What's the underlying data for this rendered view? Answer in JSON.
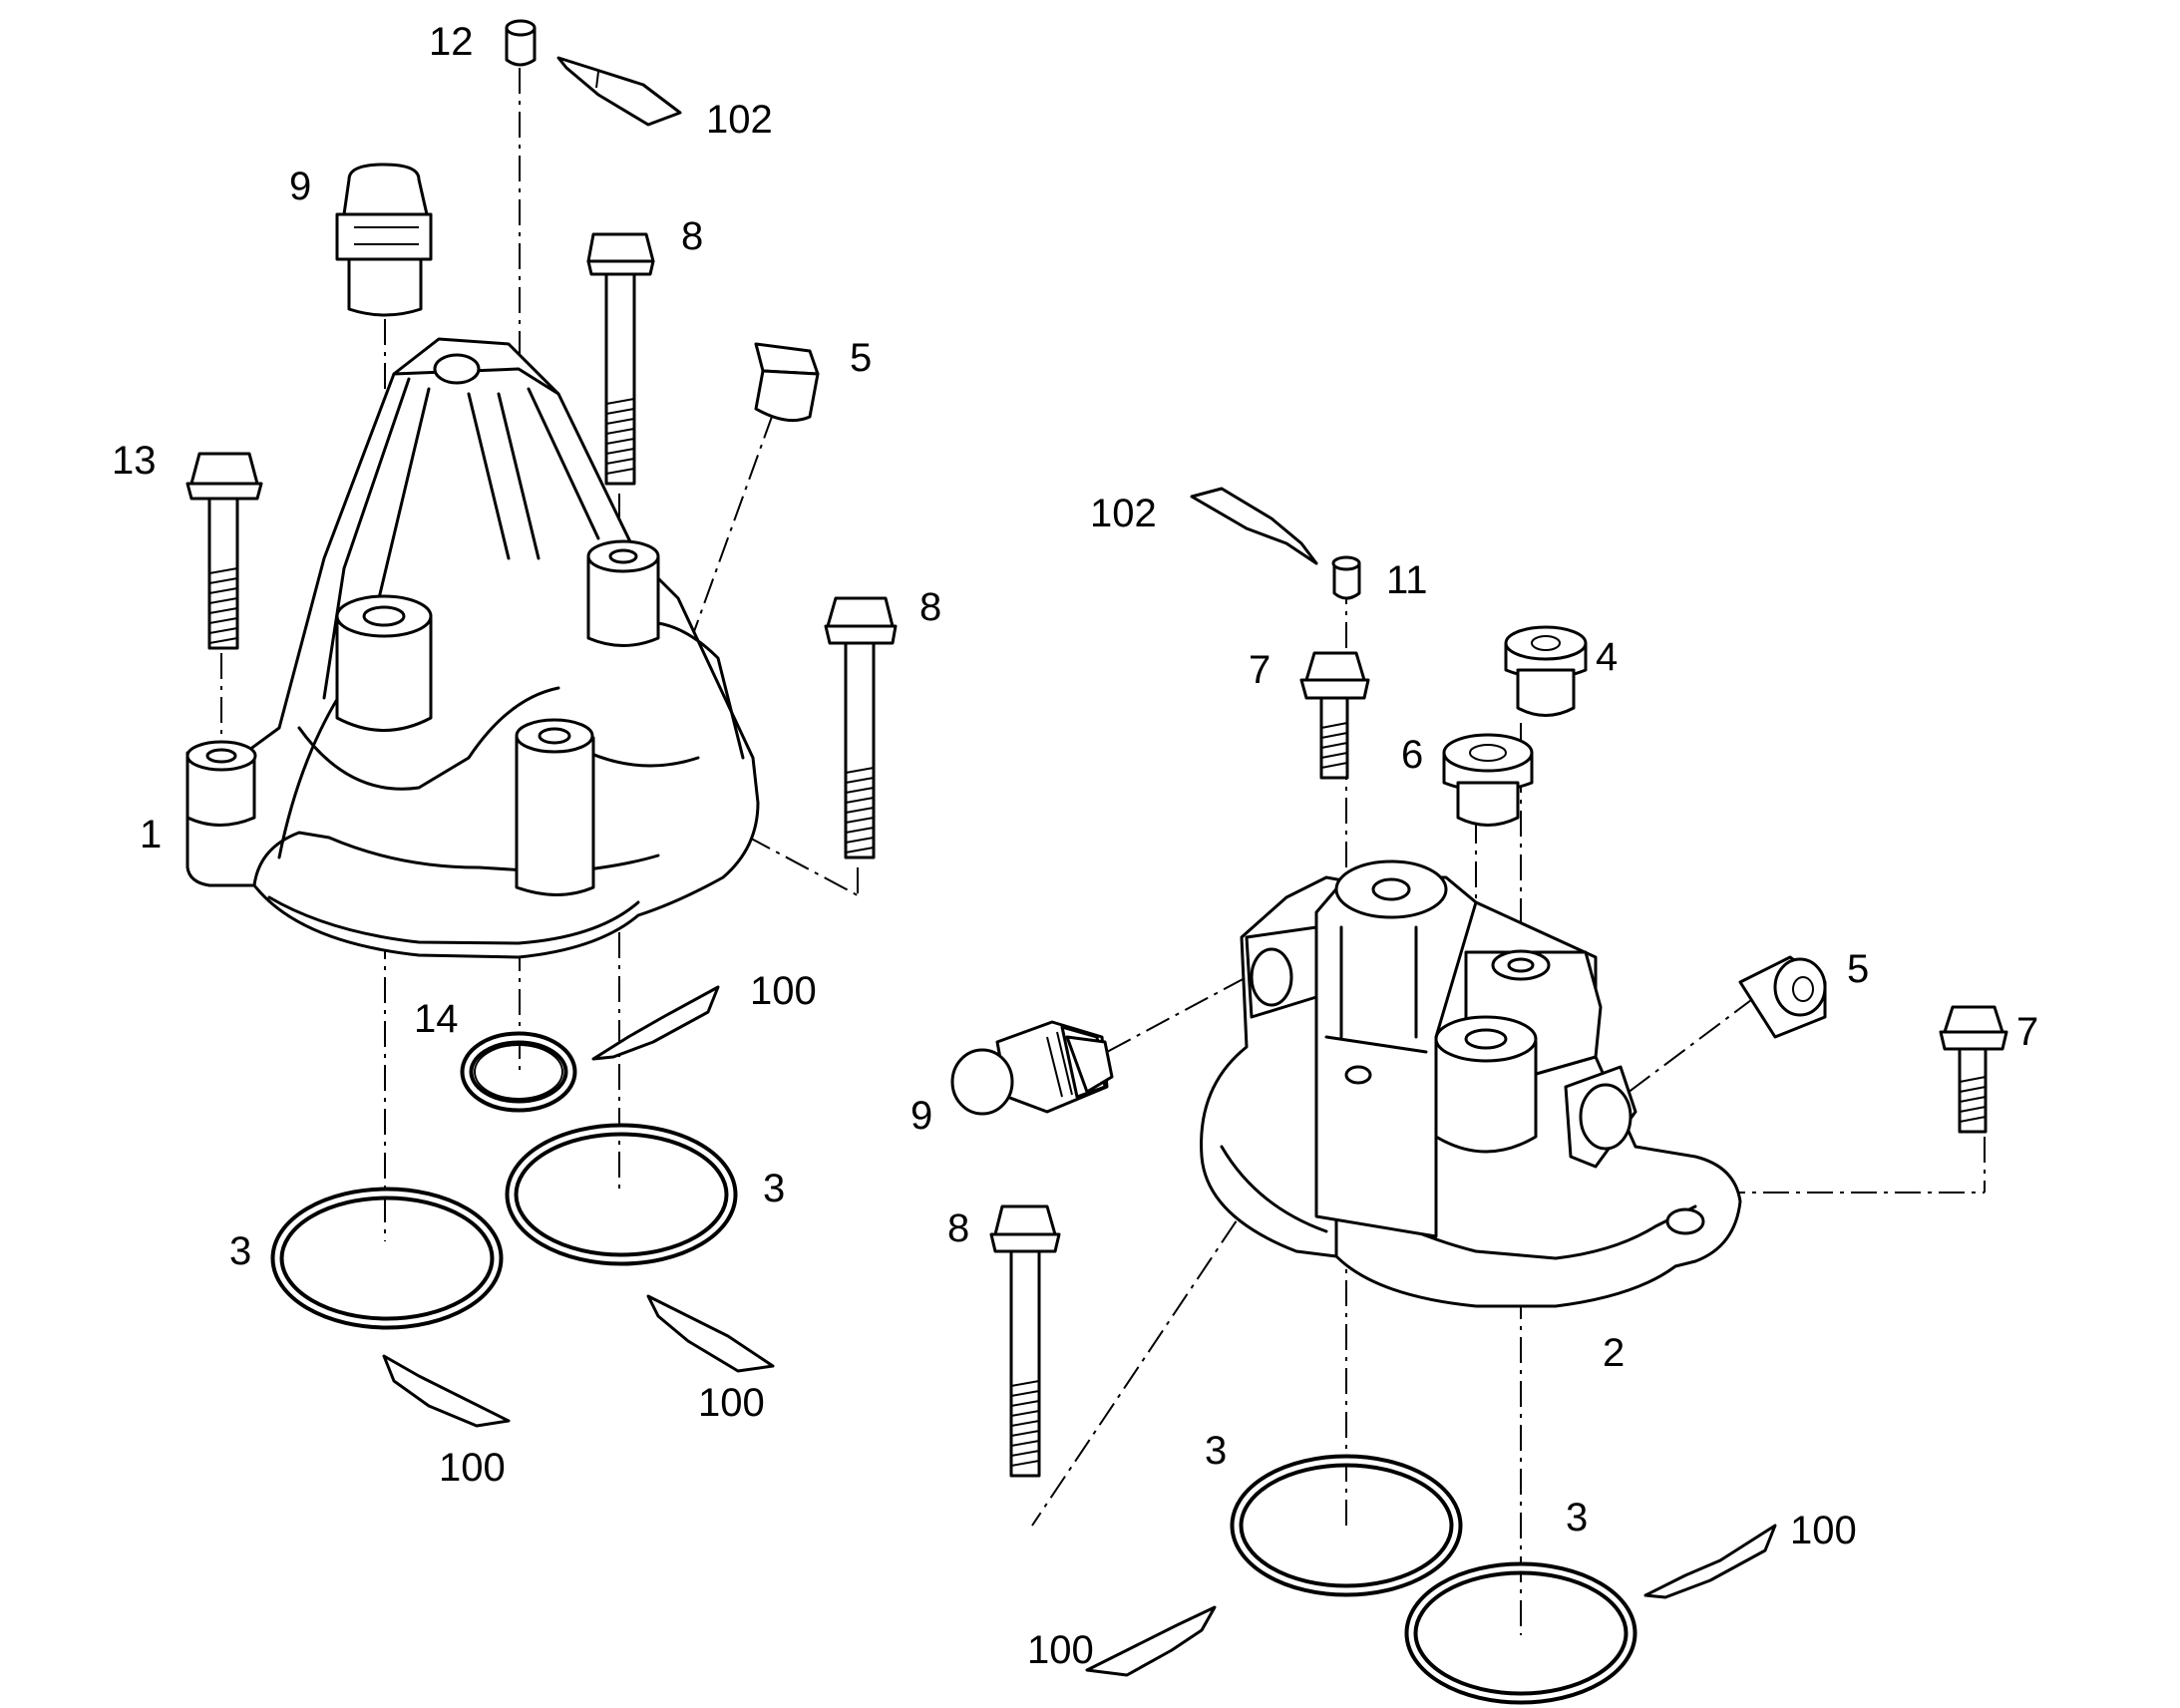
{
  "labels": {
    "l_12": "12",
    "l_102_a": "102",
    "l_9_a": "9",
    "l_8_a": "8",
    "l_5_a": "5",
    "l_13": "13",
    "l_8_b": "8",
    "l_1": "1",
    "l_14": "14",
    "l_100_a": "100",
    "l_3_a": "3",
    "l_3_b": "3",
    "l_100_b": "100",
    "l_100_c": "100",
    "l_102_b": "102",
    "l_11": "11",
    "l_7_a": "7",
    "l_4": "4",
    "l_6": "6",
    "l_5_b": "5",
    "l_7_b": "7",
    "l_9_b": "9",
    "l_8_c": "8",
    "l_2": "2",
    "l_3_c": "3",
    "l_3_d": "3",
    "l_100_d": "100",
    "l_100_e": "100"
  }
}
